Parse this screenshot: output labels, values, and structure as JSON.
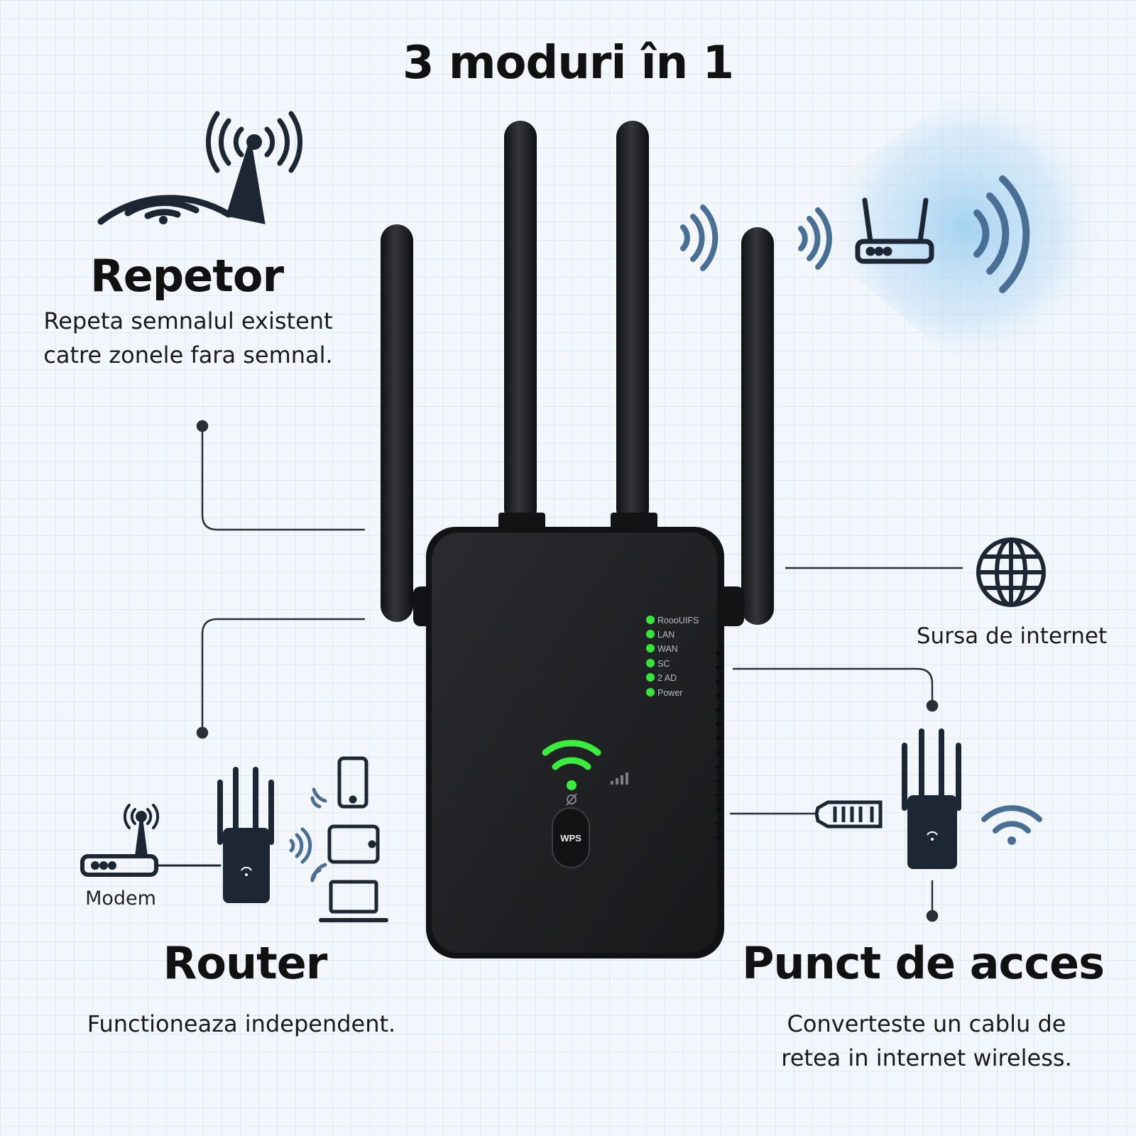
{
  "title": "3 moduri în 1",
  "repeater": {
    "heading": "Repetor",
    "description_line1": "Repeta semnalul existent",
    "description_line2": "catre zonele fara semnal."
  },
  "router": {
    "heading": "Router",
    "description": "Functioneaza independent.",
    "modem_label": "Modem"
  },
  "access_point": {
    "heading": "Punct de acces",
    "description_line1": "Converteste un cablu de",
    "description_line2": "retea in internet wireless."
  },
  "internet_source": {
    "label": "Sursa de internet"
  },
  "device": {
    "leds": [
      "RoooUIFS",
      "LAN",
      "WAN",
      "SC",
      "2 AD",
      "Power"
    ],
    "wps_label": "WPS",
    "led_color": "#35e63a",
    "body_color": "#1c1d20"
  },
  "icons": [
    "antenna-wifi-icon",
    "router-icon",
    "globe-icon",
    "phone-icon",
    "tablet-icon",
    "laptop-icon",
    "ethernet-plug-icon",
    "wifi-icon"
  ],
  "colors": {
    "accent_blue": "#4a6f94",
    "dark": "#1d2633"
  }
}
